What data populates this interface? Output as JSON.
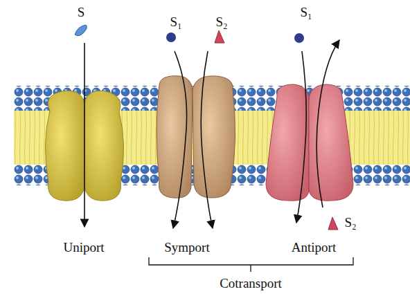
{
  "diagram": {
    "labels": [
      "S",
      "S₁",
      "S₂",
      "S₁",
      "S₂",
      "Uniport",
      "Symport",
      "Antiport",
      "Cotransport"
    ]
  }
}
